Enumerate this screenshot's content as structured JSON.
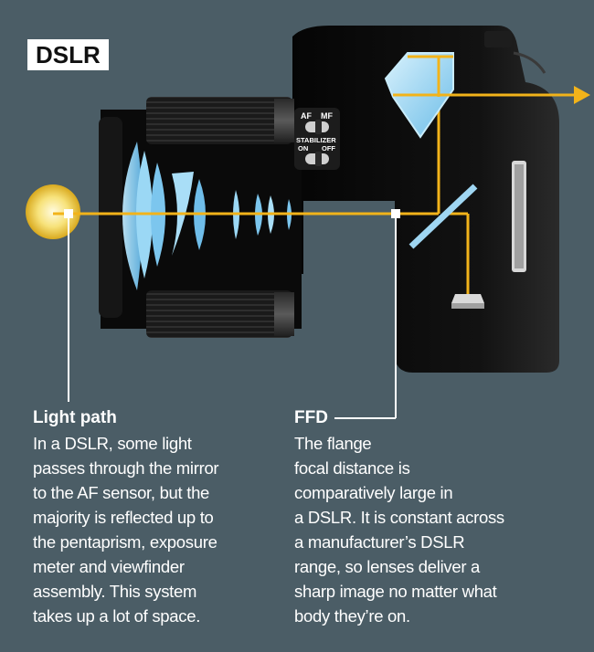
{
  "badge": "DSLR",
  "lens_switches": {
    "af": "AF",
    "mf": "MF",
    "stabilizer": "STABILIZER",
    "on": "ON",
    "off": "OFF"
  },
  "captions": {
    "light_path": {
      "title": "Light path",
      "lines": [
        "In a DSLR, some light",
        "passes through the mirror",
        "to the AF sensor, but the",
        "majority is reflected up to",
        "the pentaprism, exposure",
        "meter and viewfinder",
        "assembly. This system",
        "takes up a lot of space."
      ]
    },
    "ffd": {
      "title": "FFD",
      "lines": [
        "The flange",
        "focal distance is",
        "comparatively large in",
        "a DSLR. It is constant across",
        "a manufacturer’s DSLR",
        "range, so lenses deliver a",
        "sharp image no matter what",
        "body they’re on."
      ]
    }
  },
  "colors": {
    "background": "#4b5d66",
    "light_ray": "#f2b31a",
    "glass": "#8fd3f4",
    "body": "#0c0c0c"
  }
}
